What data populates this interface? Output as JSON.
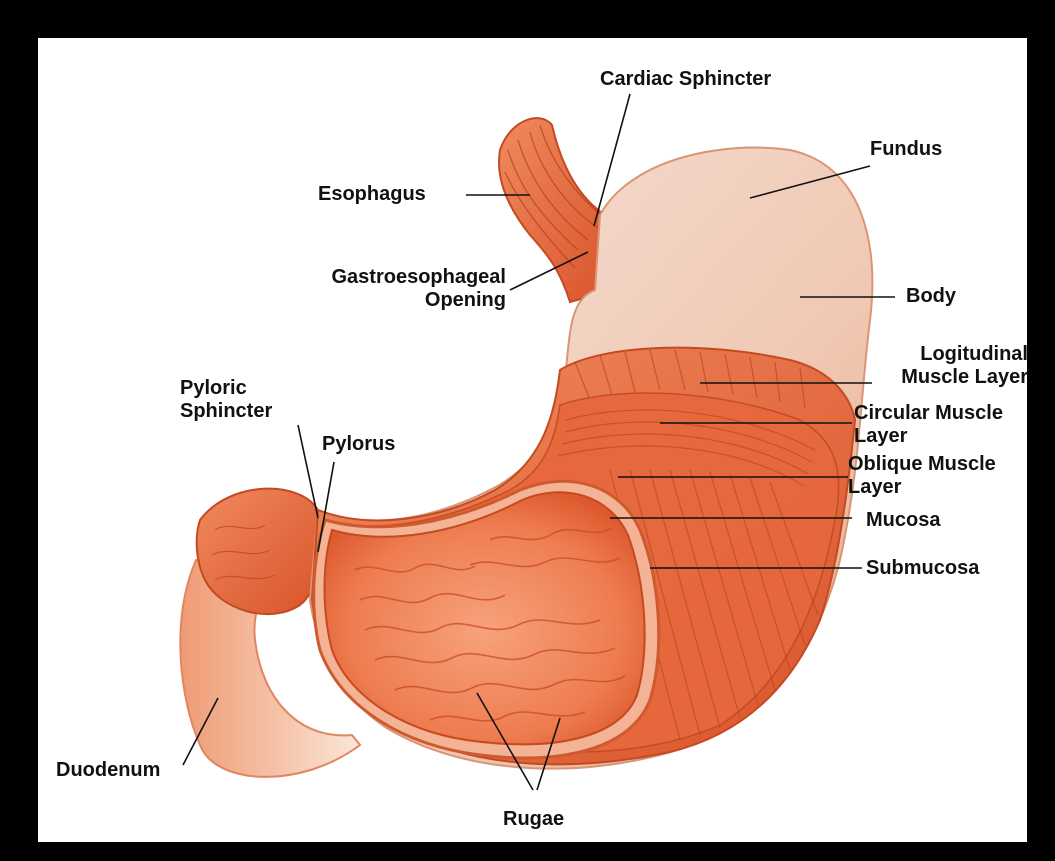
{
  "colors": {
    "frame": "#000000",
    "background": "#ffffff",
    "muscle": "#e8643a",
    "muscle_dark": "#c2421c",
    "muscle_light": "#f4a07c",
    "serosa": "#f3d2c2",
    "label_text": "#111111"
  },
  "labels": {
    "cardiac_sphincter": "Cardiac Sphincter",
    "fundus": "Fundus",
    "esophagus": "Esophagus",
    "gastroesophageal_line1": "Gastroesophageal",
    "gastroesophageal_line2": "Opening",
    "body": "Body",
    "longitudinal_line1": "Logitudinal",
    "longitudinal_line2": "Muscle Layer",
    "circular_line1": "Circular Muscle",
    "circular_line2": "Layer",
    "oblique_line1": "Oblique Muscle",
    "oblique_line2": "Layer",
    "mucosa": "Mucosa",
    "submucosa": "Submucosa",
    "pyloric_line1": "Pyloric",
    "pyloric_line2": "Sphincter",
    "pylorus": "Pylorus",
    "duodenum": "Duodenum",
    "rugae": "Rugae"
  }
}
